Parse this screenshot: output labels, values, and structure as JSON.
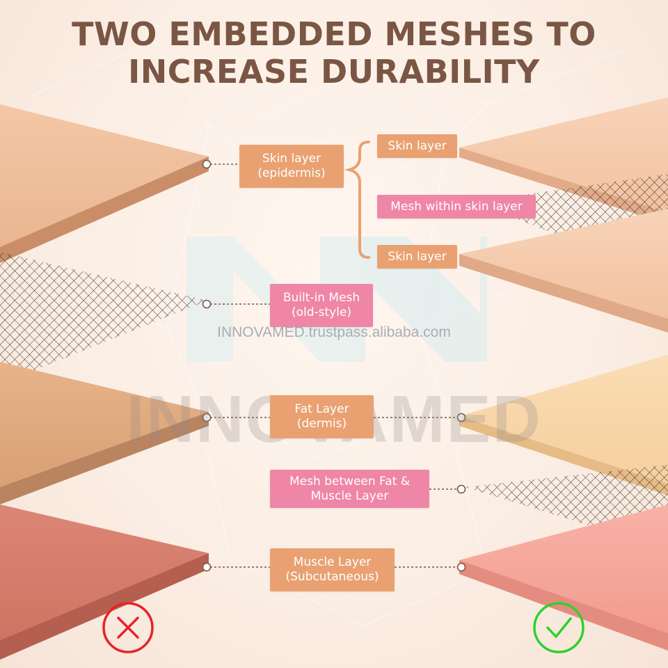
{
  "title": {
    "line1": "TWO EMBEDDED MESHES TO",
    "line2": "INCREASE DURABILITY"
  },
  "labels": {
    "skin_layer_epidermis": {
      "line1": "Skin layer",
      "line2": "(epidermis)"
    },
    "skin_layer_top": "Skin layer",
    "mesh_within_skin": "Mesh within skin layer",
    "skin_layer_bottom": "Skin layer",
    "builtin_mesh": {
      "line1": "Built-in Mesh",
      "line2": "(old-style)"
    },
    "fat_layer": {
      "line1": "Fat Layer",
      "line2": "(dermis)"
    },
    "mesh_between": {
      "line1": "Mesh between Fat &",
      "line2": "Muscle Layer"
    },
    "muscle_layer": {
      "line1": "Muscle Layer",
      "line2": "(Subcutaneous)"
    }
  },
  "watermark": {
    "url": "INNOVAMED.trustpass.alibaba.com",
    "brand": "INNOVAMED"
  },
  "icons": {
    "left": "x-circle-icon",
    "right": "check-circle-icon"
  },
  "colors": {
    "title": "#7a5644",
    "label_orange": "#e9a172",
    "label_pink": "#ef86a7",
    "bracket": "#e9a172",
    "cross_red": "#e8222b",
    "check_green": "#2ed12e"
  }
}
